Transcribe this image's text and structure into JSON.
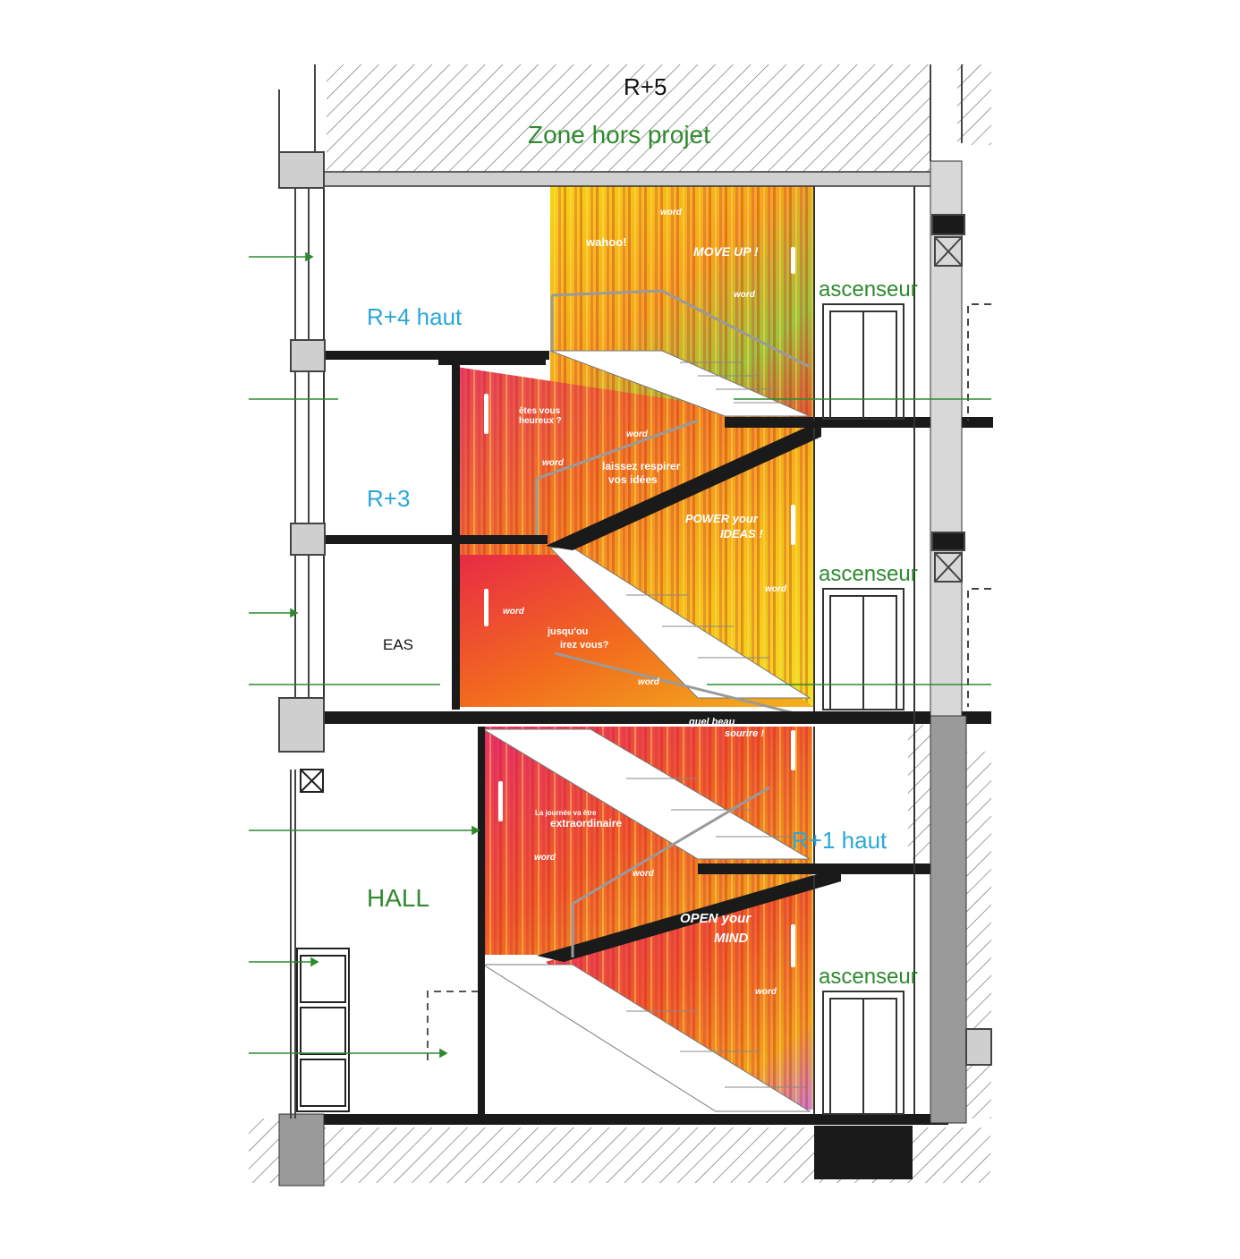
{
  "floors": {
    "r5": "R+5",
    "zone": "Zone hors projet",
    "r4": "R+4 haut",
    "r3": "R+3",
    "eas": "EAS",
    "hall": "HALL",
    "r1": "R+1 haut"
  },
  "elevators": [
    "ascenseur",
    "ascenseur",
    "ascenseur"
  ],
  "mural": {
    "word": "word",
    "wahoo": "wahoo!",
    "move_up": "MOVE UP !",
    "heureux_1": "êtes vous",
    "heureux_2": "heureux ?",
    "respirer_1": "laissez respirer",
    "respirer_2": "vos idées",
    "power_1": "POWER your",
    "power_2": "IDEAS !",
    "jusqu_1": "jusqu'ou",
    "jusqu_2": "irez vous?",
    "beau_1": "quel beau",
    "beau_2": "sourire !",
    "journee_1": "La journée va être",
    "journee_2": "extraordinaire",
    "open_1": "OPEN your",
    "open_2": "MIND"
  },
  "colors": {
    "mural_yellow": "#f2d21a",
    "mural_orange": "#f28a1e",
    "mural_red": "#e0303a",
    "mural_pink": "#e8457a",
    "label_blue": "#2aa7d9",
    "label_green": "#2f8a2f"
  }
}
